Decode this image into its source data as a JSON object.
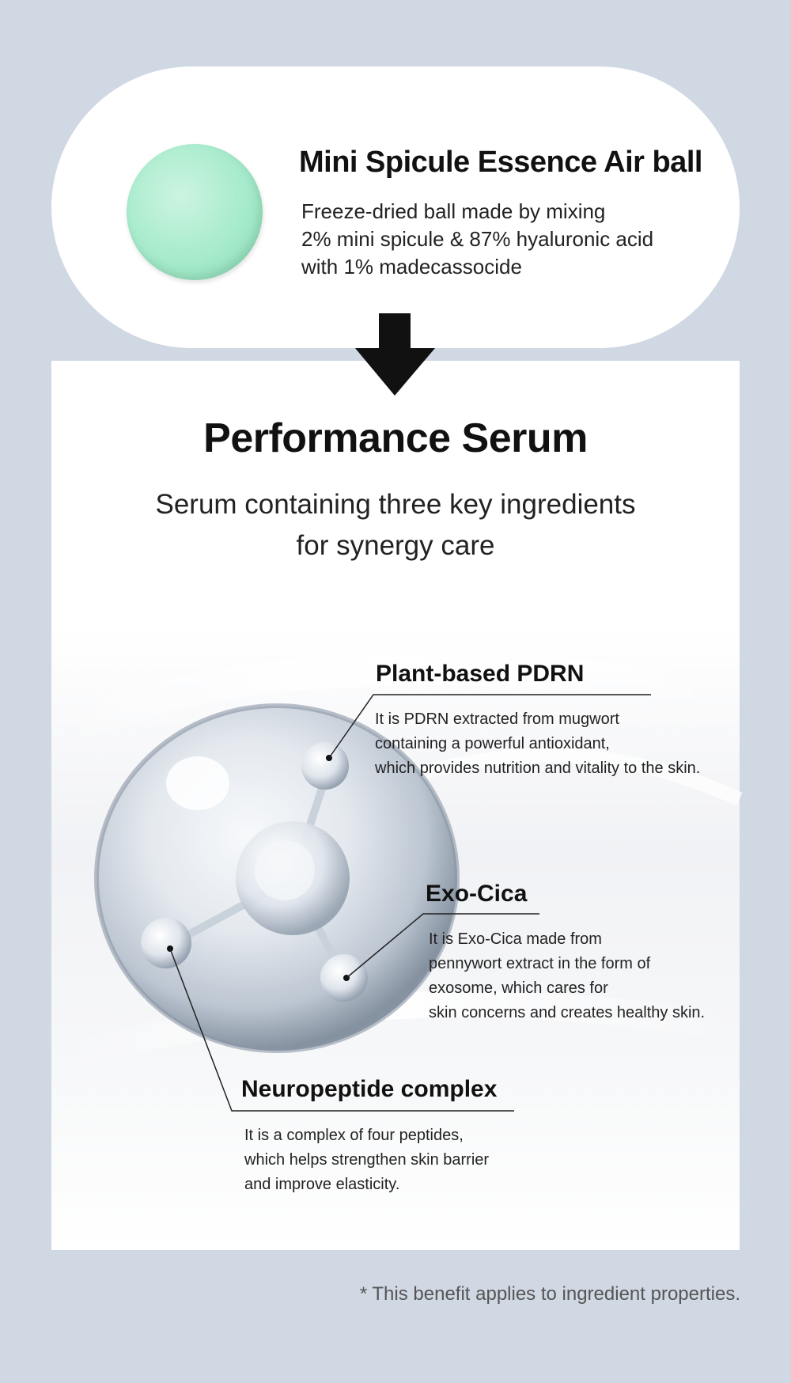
{
  "air_ball": {
    "title": "Mini Spicule Essence Air ball",
    "description": [
      "Freeze-dried ball made by mixing",
      "2% mini spicule & 87% hyaluronic acid",
      "with 1% madecassocide"
    ]
  },
  "serum": {
    "title": "Performance Serum",
    "subtitle": [
      "Serum containing three key ingredients",
      "for synergy care"
    ]
  },
  "ingredients": [
    {
      "name": "Plant-based PDRN",
      "description": [
        "It is PDRN extracted from mugwort",
        "containing a powerful antioxidant,",
        "which provides nutrition and vitality to the skin."
      ]
    },
    {
      "name": "Exo-Cica",
      "description": [
        "It is Exo-Cica made from",
        "pennywort extract in the form of",
        "exosome, which cares for",
        "skin concerns and creates healthy skin."
      ]
    },
    {
      "name": "Neuropeptide complex",
      "description": [
        "It is a complex of four peptides,",
        "which helps strengthen skin barrier",
        "and improve elasticity."
      ]
    }
  ],
  "footnote": "* This benefit applies to ingredient properties.",
  "colors": {
    "background": "#cfd8e3",
    "air_ball": "#a6ebcb",
    "arrow": "#111111"
  }
}
